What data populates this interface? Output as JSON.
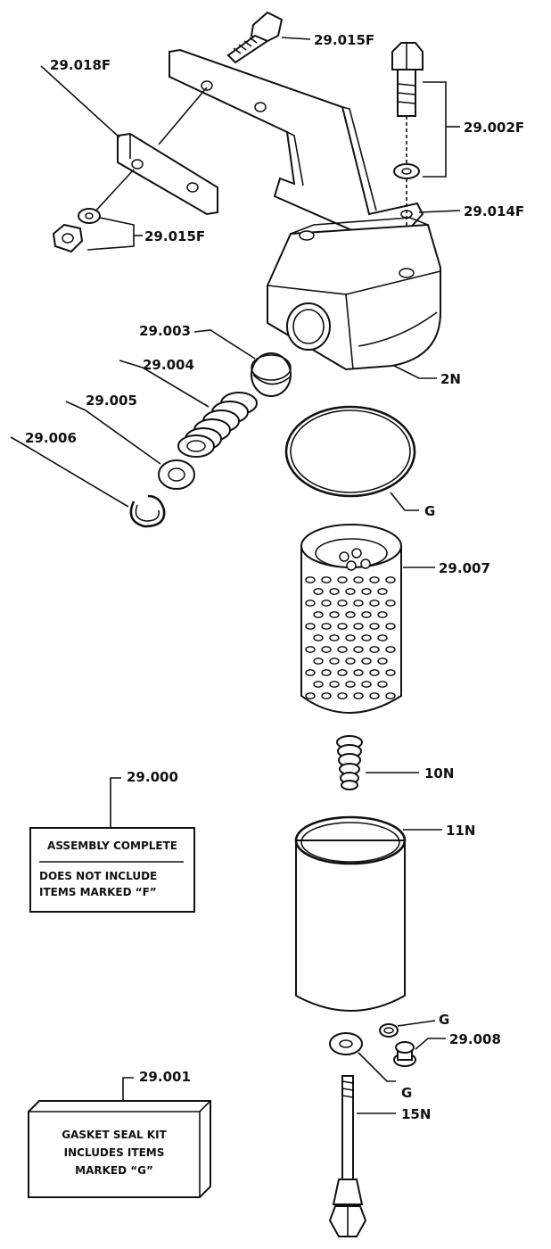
{
  "labels": {
    "top_bolt": "29.015F",
    "bracket_plate": "29.018F",
    "nut_washer": "29.015F",
    "bolt_right": "29.002F",
    "bracket_right": "29.014F",
    "head": "2N",
    "cap": "29.003",
    "spring": "29.004",
    "washer": "29.005",
    "ring": "29.006",
    "o_ring": "G",
    "filter": "29.007",
    "small_spring": "10N",
    "shell": "11N",
    "gasket_small": "G",
    "plug": "29.008",
    "gasket_washer": "G",
    "stud": "15N"
  },
  "assembly_box": {
    "number": "29.000",
    "line1": "ASSEMBLY COMPLETE",
    "line2": "DOES NOT INCLUDE",
    "line3": "ITEMS MARKED “F”"
  },
  "kit_box": {
    "number": "29.001",
    "line1": "GASKET SEAL KIT",
    "line2": "INCLUDES ITEMS",
    "line3": "MARKED “G”"
  }
}
